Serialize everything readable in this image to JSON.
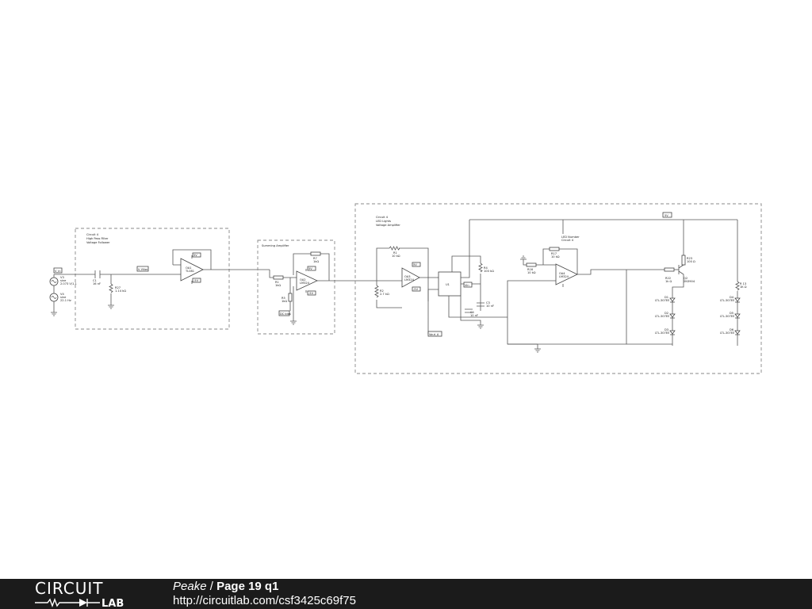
{
  "blocks": {
    "hpf": [
      "Circuit 4",
      "High Pass Filter",
      "Voltage Follower"
    ],
    "summing": [
      "Summing Amplifier"
    ],
    "led": [
      "Circuit 4",
      "LED Lights",
      "Voltage Amplifier"
    ],
    "led_number": [
      "LED Number",
      "Circuit 4"
    ]
  },
  "nets": {
    "v_in": "V_in",
    "v_filter": "V_filter",
    "plus5v": "5V",
    "minus5v": "-5V",
    "vout_a": "Vout_A",
    "vin": "Vin",
    "dc_bias": "DC bias"
  },
  "components": {
    "v3": [
      "V3",
      "sine",
      "2.073 V/1.1"
    ],
    "v4": [
      "V4",
      "sine",
      "22.1 Hz"
    ],
    "c1": [
      "C1",
      "16 nF"
    ],
    "r27": [
      "R27",
      "1.14 kΩ"
    ],
    "oa1": [
      "OA1",
      "TL081"
    ],
    "r_in": [
      "R1",
      "1kΩ"
    ],
    "r5": [
      "R5",
      "1kΩ"
    ],
    "r7": [
      "R7",
      "1kΩ"
    ],
    "oa2": [
      "OA2",
      "LM324"
    ],
    "r1": [
      "R1",
      "10 kΩ"
    ],
    "r2": [
      "R2",
      "2.7 kΩ"
    ],
    "oa3": [
      "OA3",
      "LM324"
    ],
    "r4": [
      "R4",
      "100 kΩ"
    ],
    "c3": [
      "C3",
      "10 nF"
    ],
    "c4": [
      "C4",
      "10 nF"
    ],
    "u1": [
      "U1"
    ],
    "r17": [
      "R17",
      "10 kΩ"
    ],
    "r16": [
      "R16",
      "10 kΩ"
    ],
    "oa4": [
      "OA4",
      "LM324"
    ],
    "r22": [
      "R22",
      "1k Ω"
    ],
    "r23": [
      "R23",
      "100 Ω"
    ],
    "q2": [
      "Q2",
      "2N3904"
    ],
    "r_led": [
      "R 13",
      "1K Ω"
    ],
    "d1": [
      "D1",
      "LTL-307EE"
    ],
    "d2": [
      "D2",
      "LTL-307EE"
    ],
    "d3": [
      "D3",
      "LTL-307EE"
    ],
    "d4": [
      "D4",
      "LTL-307EE"
    ],
    "d5": [
      "D5",
      "LTL-307EE"
    ],
    "d6": [
      "D6",
      "LTL-307EE"
    ]
  },
  "footer": {
    "logo_top": "CIRCUIT",
    "logo_bottom": "LAB",
    "author": "Peake",
    "separator": " / ",
    "page_title": "Page 19 q1",
    "url": "http://circuitlab.com/csf3425c69f75"
  },
  "colors": {
    "footer_bg": "#1b1b1b",
    "footer_text": "#ffffff",
    "wire": "#555555",
    "box": "#888888"
  }
}
